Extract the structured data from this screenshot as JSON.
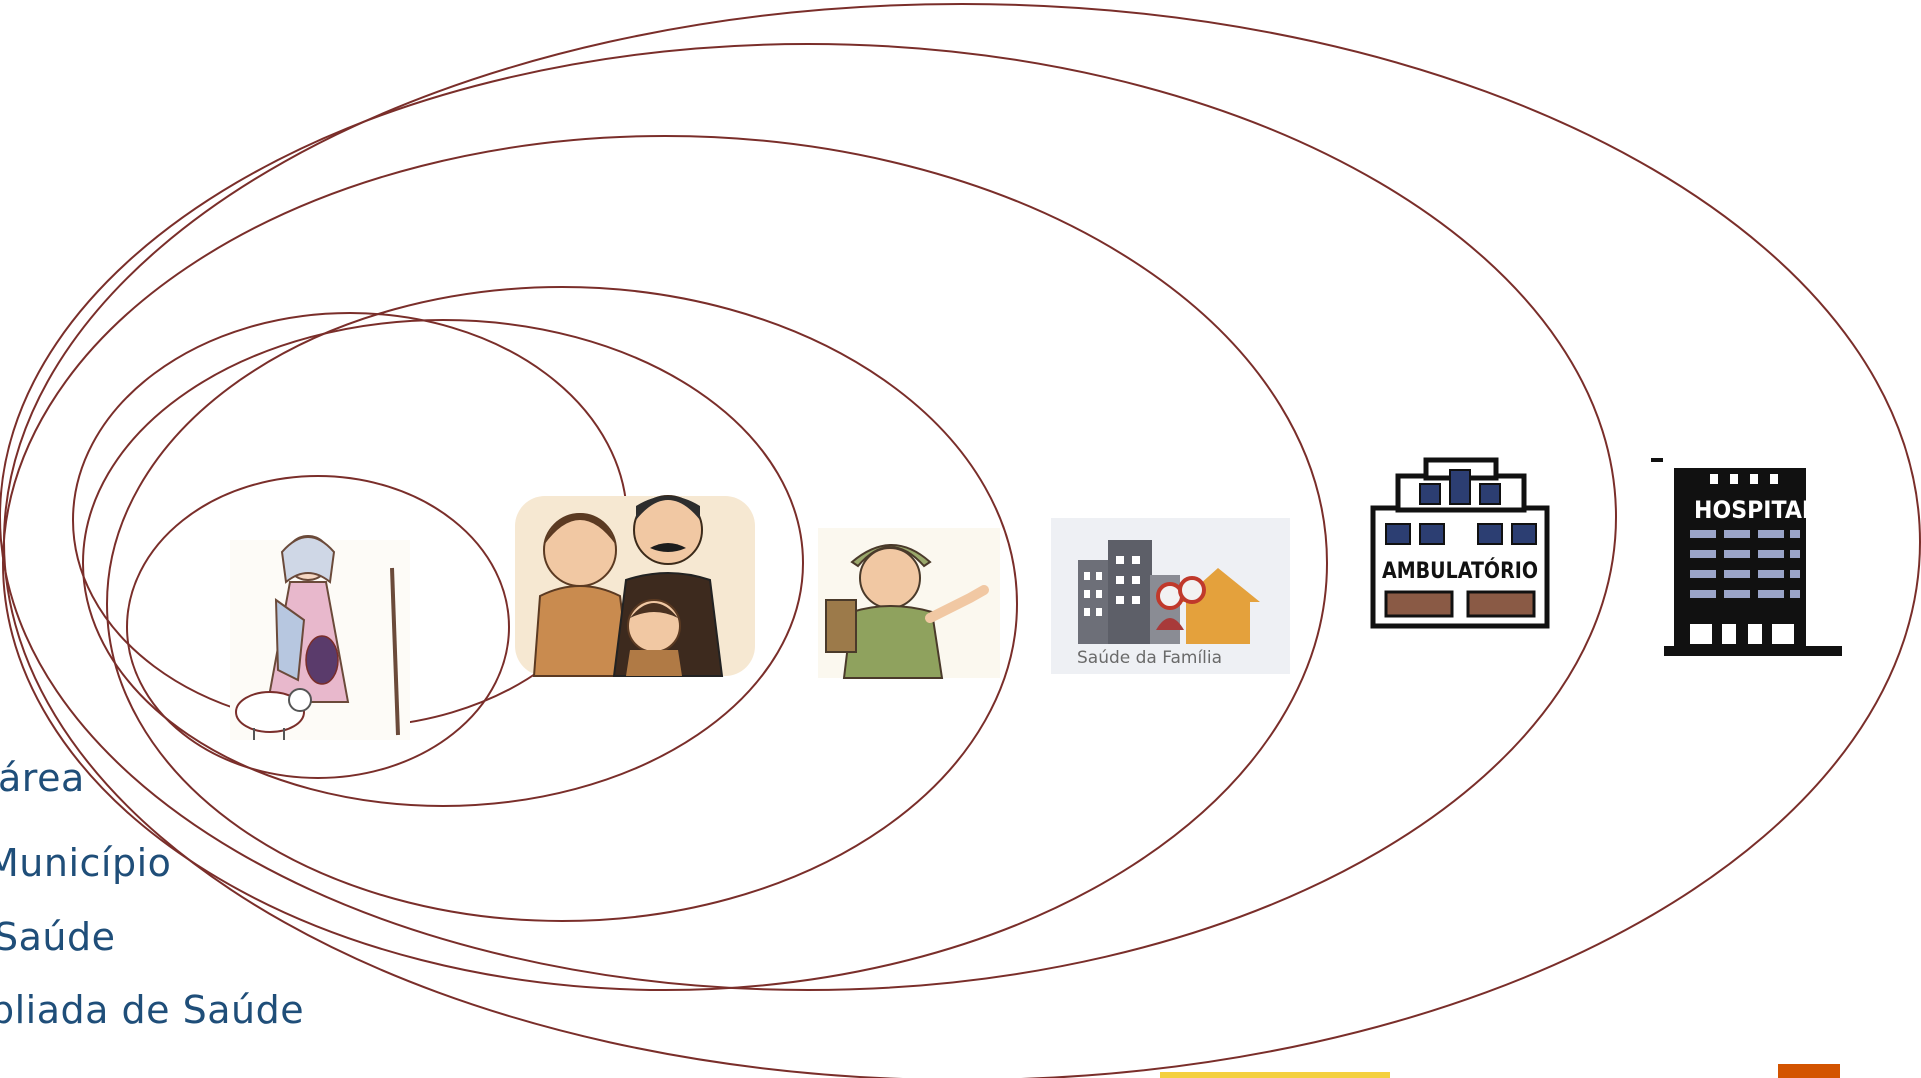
{
  "labels": [
    {
      "id": "area",
      "text": "área"
    },
    {
      "id": "municipio",
      "text": "Município"
    },
    {
      "id": "saude",
      "text": "Saúde"
    },
    {
      "id": "ampliada",
      "text": "pliada de Saúde"
    }
  ],
  "icons": {
    "family_health_caption": "Saúde da Família",
    "ambulatorio_sign": "AMBULATÓRIO",
    "hospital_sign": "HOSPITAL"
  },
  "colors": {
    "ellipse_stroke": "#7a2e2a",
    "label_text": "#1f4e79",
    "accent_orange": "#d35400",
    "accent_yellow": "#f4d03f"
  }
}
